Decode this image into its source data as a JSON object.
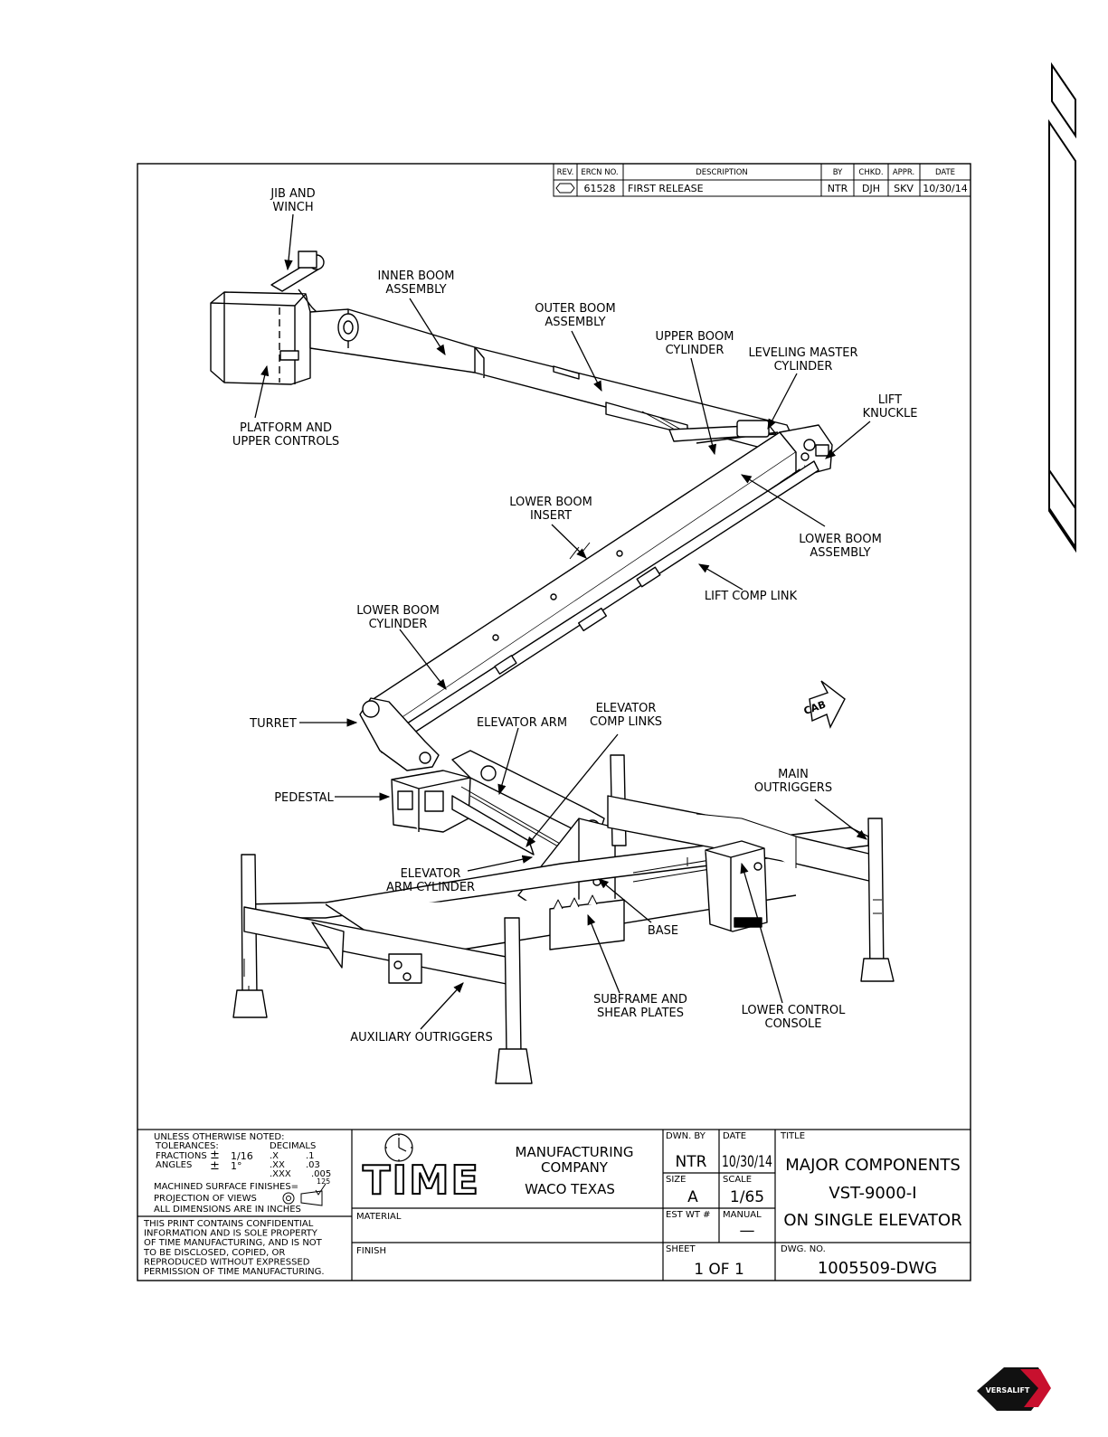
{
  "revision_block": {
    "headers": [
      "REV.",
      "ERCN NO.",
      "DESCRIPTION",
      "BY",
      "CHKD.",
      "APPR.",
      "DATE"
    ],
    "row": {
      "ercn": "61528",
      "description": "FIRST RELEASE",
      "by": "NTR",
      "chkd": "DJH",
      "appr": "SKV",
      "date": "10/30/14"
    }
  },
  "callouts": {
    "jib_winch": [
      "JIB AND",
      "WINCH"
    ],
    "inner_boom": [
      "INNER BOOM",
      "ASSEMBLY"
    ],
    "outer_boom": [
      "OUTER BOOM",
      "ASSEMBLY"
    ],
    "upper_boom_cyl": [
      "UPPER BOOM",
      "CYLINDER"
    ],
    "leveling_master": [
      "LEVELING MASTER",
      "CYLINDER"
    ],
    "lift_knuckle": [
      "LIFT",
      "KNUCKLE"
    ],
    "platform": [
      "PLATFORM AND",
      "UPPER CONTROLS"
    ],
    "lower_boom_insert": [
      "LOWER BOOM",
      "INSERT"
    ],
    "lower_boom_assembly": [
      "LOWER BOOM",
      "ASSEMBLY"
    ],
    "lift_comp_link": [
      "LIFT COMP LINK"
    ],
    "lower_boom_cyl": [
      "LOWER BOOM",
      "CYLINDER"
    ],
    "cab": "CAB",
    "turret": [
      "TURRET"
    ],
    "elevator_arm": [
      "ELEVATOR ARM"
    ],
    "elevator_comp_links": [
      "ELEVATOR",
      "COMP LINKS"
    ],
    "main_outriggers": [
      "MAIN",
      "OUTRIGGERS"
    ],
    "pedestal": [
      "PEDESTAL"
    ],
    "elevator_arm_cyl": [
      "ELEVATOR",
      "ARM CYLINDER"
    ],
    "base": [
      "BASE"
    ],
    "subframe": [
      "SUBFRAME AND",
      "SHEAR PLATES"
    ],
    "lower_control": [
      "LOWER CONTROL",
      "CONSOLE"
    ],
    "aux_outriggers": [
      "AUXILIARY OUTRIGGERS"
    ]
  },
  "title_block": {
    "tolerances": {
      "header": "UNLESS OTHERWISE NOTED:",
      "tol_label": "TOLERANCES:",
      "decimals_label": "DECIMALS",
      "fractions": "FRACTIONS",
      "angles": "ANGLES",
      "pm": "±",
      "frac_value": "1/16",
      "angle_value": "1°",
      "dec_x": ".X",
      "dec_x_val": ".1",
      "dec_xx": ".XX",
      "dec_xx_val": ".03",
      "dec_xxx": ".XXX",
      "dec_xxx_val": ".005",
      "finishes": "MACHINED SURFACE FINISHES=",
      "finish_value": "125",
      "projection": "PROJECTION OF VIEWS",
      "dimensions": "ALL DIMENSIONS ARE IN INCHES"
    },
    "confidential": [
      "THIS PRINT CONTAINS CONFIDENTIAL",
      "INFORMATION AND IS SOLE PROPERTY",
      "OF TIME MANUFACTURING, AND IS NOT",
      "TO BE DISCLOSED, COPIED, OR",
      "REPRODUCED WITHOUT EXPRESSED",
      "PERMISSION OF TIME MANUFACTURING."
    ],
    "logo_text": "TIME",
    "company": [
      "MANUFACTURING",
      "COMPANY",
      "WACO TEXAS"
    ],
    "material_label": "MATERIAL",
    "finish_label": "FINISH",
    "dwn_by_label": "DWN. BY",
    "dwn_by": "NTR",
    "date_label": "DATE",
    "date": "10/30/14",
    "size_label": "SIZE",
    "size": "A",
    "scale_label": "SCALE",
    "scale": "1/65",
    "est_wt_label": "EST WT #",
    "manual_label": "MANUAL",
    "manual": "—",
    "sheet_label": "SHEET",
    "sheet": "1 OF 1",
    "title_label": "TITLE",
    "title": [
      "MAJOR COMPONENTS",
      "VST-9000-I",
      "ON SINGLE ELEVATOR"
    ],
    "dwg_no_label": "DWG. NO.",
    "dwg_no": "1005509-DWG"
  },
  "brand_logo": "VERSALIFT"
}
